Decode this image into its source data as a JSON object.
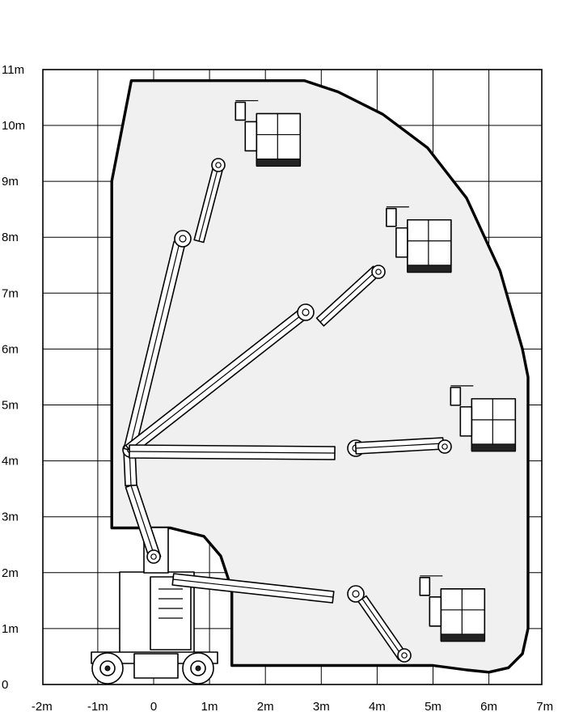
{
  "chart_data": {
    "type": "diagram",
    "x_ticks": [
      "-2m",
      "-1m",
      "0",
      "1m",
      "2m",
      "3m",
      "4m",
      "5m",
      "6m",
      "7m"
    ],
    "y_ticks": [
      "0",
      "1m",
      "2m",
      "3m",
      "4m",
      "5m",
      "6m",
      "7m",
      "8m",
      "9m",
      "10m",
      "11m"
    ],
    "xlim": [
      -2,
      7
    ],
    "ylim": [
      0,
      11
    ],
    "grid": true,
    "envelope": {
      "points": [
        [
          -0.4,
          10.8
        ],
        [
          2.7,
          10.8
        ],
        [
          3.3,
          10.6
        ],
        [
          4.1,
          10.2
        ],
        [
          4.9,
          9.6
        ],
        [
          5.6,
          8.7
        ],
        [
          6.2,
          7.4
        ],
        [
          6.6,
          6.0
        ],
        [
          6.7,
          5.5
        ],
        [
          6.7,
          1.0
        ],
        [
          6.6,
          0.55
        ],
        [
          6.35,
          0.3
        ],
        [
          6.0,
          0.22
        ],
        [
          5.6,
          0.26
        ],
        [
          5.0,
          0.34
        ],
        [
          1.4,
          0.34
        ],
        [
          1.4,
          1.7
        ],
        [
          1.2,
          2.3
        ],
        [
          0.9,
          2.65
        ],
        [
          0.3,
          2.8
        ],
        [
          -0.75,
          2.8
        ],
        [
          -0.75,
          9.0
        ],
        [
          -0.4,
          10.8
        ]
      ]
    },
    "platform_positions_m": [
      [
        1.9,
        9.4
      ],
      [
        4.6,
        7.5
      ],
      [
        5.75,
        4.3
      ],
      [
        5.2,
        0.9
      ]
    ]
  }
}
